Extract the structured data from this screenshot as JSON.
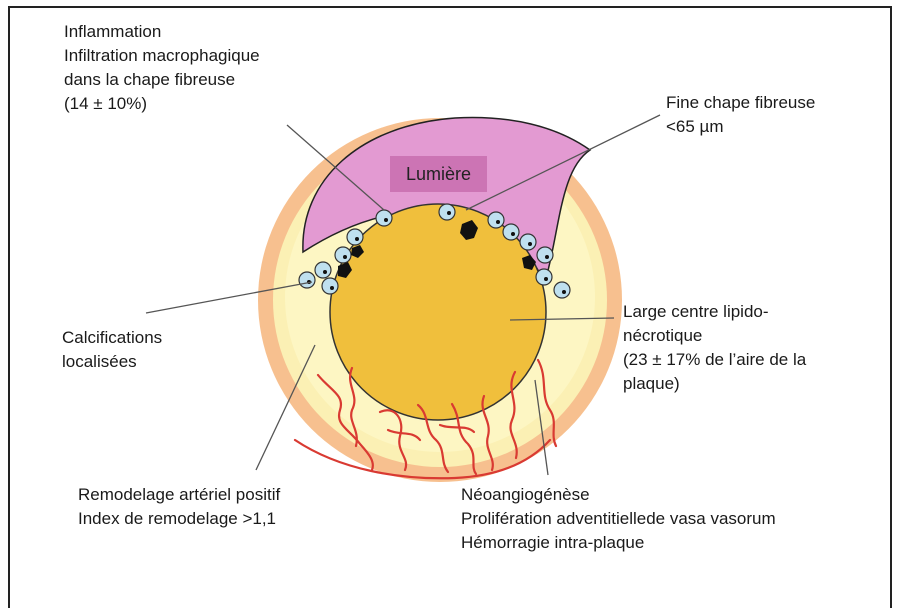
{
  "lumen_label": "Lumière",
  "annotations": {
    "inflammation": [
      "Inflammation",
      "Infiltration macrophagique",
      "dans la chape fibreuse",
      "(14 ± 10%)"
    ],
    "fibrous_cap": [
      "Fine chape fibreuse",
      "<65 µm"
    ],
    "lipid_core": [
      "Large centre lipido-",
      "nécrotique",
      "(23 ± 17% de l’aire de la",
      "plaque)"
    ],
    "calcifications": [
      "Calcifications",
      "localisées"
    ],
    "remodeling": [
      "Remodelage artériel positif",
      "Index de remodelage >1,1"
    ],
    "neoangiogenesis": [
      "Néoangiogénèse",
      "Prolifération adventitiellede vasa vasorum",
      "Hémorragie intra-plaque"
    ]
  },
  "colors": {
    "adventitia": "#f7c08f",
    "media": "#fbf0b4",
    "intima": "#fdf6c3",
    "lipid_core": "#f0bf3c",
    "lumen": "#e39ad2",
    "lumen_box": "#cc74b4",
    "macrophage": "#bfe0ef",
    "calcification": "#111111",
    "vasa_vasorum": "#d93a32",
    "leader_line": "#555555"
  }
}
